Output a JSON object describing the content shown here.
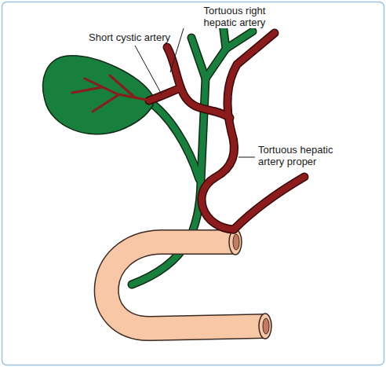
{
  "diagram": {
    "labels": [
      "Tortuous right hepatic artery",
      "Short cystic artery",
      "Tortuous hepatic artery proper"
    ]
  }
}
